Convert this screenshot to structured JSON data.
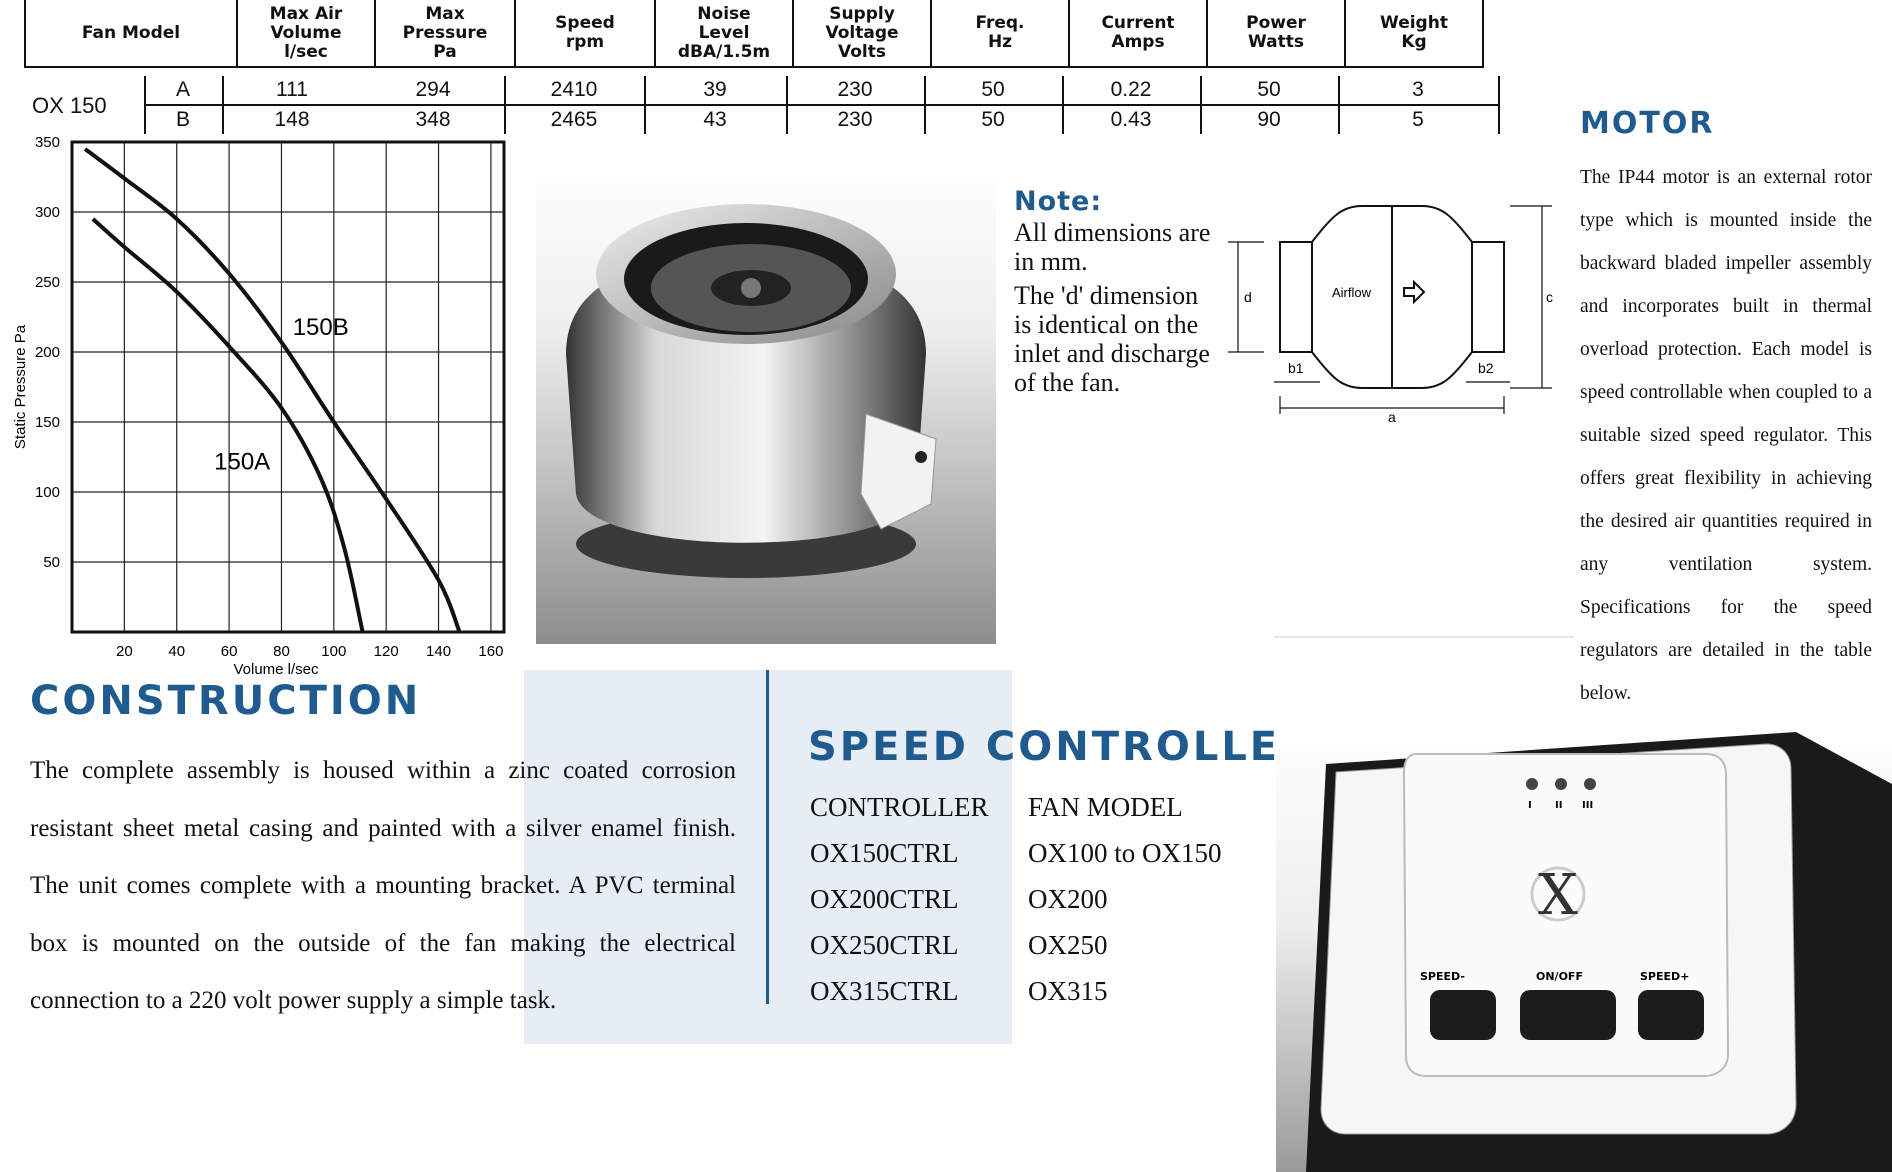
{
  "spec_table": {
    "headers": [
      {
        "l1": "Fan Model",
        "l2": "",
        "l3": ""
      },
      {
        "l1": "Max Air",
        "l2": "Volume",
        "l3": "l/sec"
      },
      {
        "l1": "Max",
        "l2": "Pressure",
        "l3": "Pa"
      },
      {
        "l1": "Speed",
        "l2": "rpm",
        "l3": ""
      },
      {
        "l1": "Noise",
        "l2": "Level",
        "l3": "dBA/1.5m"
      },
      {
        "l1": "Supply",
        "l2": "Voltage",
        "l3": "Volts"
      },
      {
        "l1": "Freq.",
        "l2": "Hz",
        "l3": ""
      },
      {
        "l1": "Current",
        "l2": "Amps",
        "l3": ""
      },
      {
        "l1": "Power",
        "l2": "Watts",
        "l3": ""
      },
      {
        "l1": "Weight",
        "l2": "Kg",
        "l3": ""
      }
    ],
    "model": "OX 150",
    "rows": [
      {
        "variant": "A",
        "volume": "111",
        "pressure": "294",
        "speed": "2410",
        "noise": "39",
        "voltage": "230",
        "freq": "50",
        "current": "0.22",
        "power": "50",
        "weight": "3"
      },
      {
        "variant": "B",
        "volume": "148",
        "pressure": "348",
        "speed": "2465",
        "noise": "43",
        "voltage": "230",
        "freq": "50",
        "current": "0.43",
        "power": "90",
        "weight": "5"
      }
    ]
  },
  "chart_data": {
    "type": "line",
    "title": "",
    "xlabel": "Volume l/sec",
    "ylabel": "Static Pressure Pa",
    "xlim": [
      0,
      165
    ],
    "ylim": [
      0,
      350
    ],
    "x_ticks": [
      20,
      40,
      60,
      80,
      100,
      120,
      140,
      160
    ],
    "y_ticks": [
      50,
      100,
      150,
      200,
      250,
      300,
      350
    ],
    "grid": true,
    "series": [
      {
        "name": "150A",
        "points": [
          [
            8,
            295
          ],
          [
            20,
            275
          ],
          [
            40,
            243
          ],
          [
            60,
            204
          ],
          [
            80,
            160
          ],
          [
            95,
            110
          ],
          [
            104,
            60
          ],
          [
            111,
            0
          ]
        ]
      },
      {
        "name": "150B",
        "points": [
          [
            5,
            345
          ],
          [
            20,
            324
          ],
          [
            40,
            295
          ],
          [
            60,
            256
          ],
          [
            80,
            207
          ],
          [
            100,
            150
          ],
          [
            120,
            95
          ],
          [
            140,
            37
          ],
          [
            148,
            0
          ]
        ]
      }
    ],
    "curve_labels": [
      {
        "text": "150B",
        "x": 95,
        "y": 212
      },
      {
        "text": "150A",
        "x": 65,
        "y": 116
      }
    ]
  },
  "note": {
    "title": "Note:",
    "line1": "All dimensions are in mm.",
    "line2": "The 'd' dimension is identical on the inlet and discharge of the fan."
  },
  "diagram": {
    "airflow": "Airflow",
    "d": "d",
    "c": "c",
    "a": "a",
    "b1": "b1",
    "b2": "b2"
  },
  "motor": {
    "title": "MOTOR",
    "body": "The IP44 motor is an external rotor type which is mounted inside the backward bladed impeller assembly and incorporates built in thermal overload protection. Each model is speed controllable when coupled to a suitable sized speed regulator. This offers great flexibility in achieving the desired air quantities required in any ventilation system. Specifications for the speed regulators are detailed in the table below."
  },
  "construction": {
    "title": "CONSTRUCTION",
    "body": "The complete assembly is housed within a zinc coated corrosion resistant sheet metal casing and painted with a silver enamel finish. The unit comes complete with a mounting bracket. A PVC terminal box is mounted on the outside of the fan making the electrical connection to a 220 volt power supply a simple task."
  },
  "speed_controller": {
    "title": "SPEED CONTROLLER",
    "col1": "CONTROLLER",
    "col2": "FAN MODEL",
    "rows": [
      {
        "controller": "OX150CTRL",
        "fan": "OX100 to OX150"
      },
      {
        "controller": "OX200CTRL",
        "fan": "OX200"
      },
      {
        "controller": "OX250CTRL",
        "fan": "OX250"
      },
      {
        "controller": "OX315CTRL",
        "fan": "OX315"
      }
    ]
  },
  "controller_photo": {
    "speed_minus": "SPEED-",
    "on_off": "ON/OFF",
    "speed_plus": "SPEED+",
    "led1": "I",
    "led2": "II",
    "led3": "III",
    "logo": "X"
  }
}
